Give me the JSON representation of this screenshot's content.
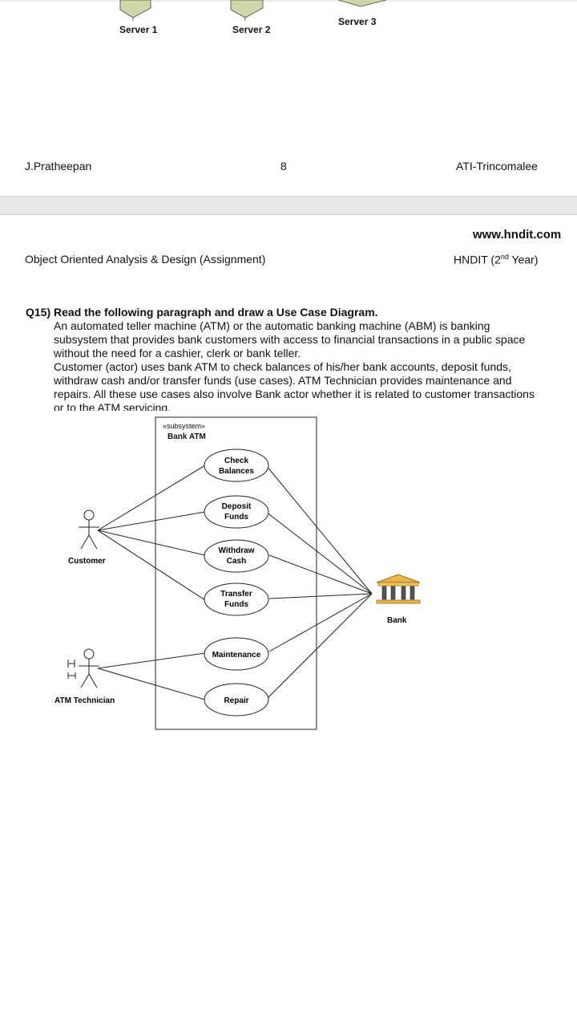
{
  "servers": [
    "Server 1",
    "Server 2",
    "Server 3"
  ],
  "footer": {
    "author": "J.Pratheepan",
    "page_number": "8",
    "institute": "ATI-Trincomalee"
  },
  "header": {
    "website": "www.hndit.com",
    "course": "Object Oriented Analysis & Design (Assignment)",
    "level_prefix": "HNDIT (2",
    "level_sup": "nd",
    "level_suffix": " Year)"
  },
  "question": {
    "title": "Q15) Read the following paragraph and draw a Use Case Diagram.",
    "paragraph1": "An automated teller machine (ATM) or the automatic banking machine (ABM) is banking subsystem that provides bank customers with access to financial transactions in a public space without the need for a cashier, clerk or bank teller.",
    "paragraph2": "Customer (actor) uses bank ATM to check balances of his/her bank accounts, deposit funds, withdraw cash and/or transfer funds (use cases). ATM Technician provides maintenance and repairs. All these use cases also involve Bank actor whether it is related to customer transactions or to the ATM servicing."
  },
  "diagram": {
    "stereotype": "«subsystem»",
    "system_name": "Bank ATM",
    "actors": {
      "customer": "Customer",
      "technician": "ATM Technician",
      "bank": "Bank"
    },
    "use_cases": {
      "check_balances": [
        "Check",
        "Balances"
      ],
      "deposit_funds": [
        "Deposit",
        "Funds"
      ],
      "withdraw_cash": [
        "Withdraw",
        "Cash"
      ],
      "transfer_funds": [
        "Transfer",
        "Funds"
      ],
      "maintenance": "Maintenance",
      "repair": "Repair"
    }
  }
}
